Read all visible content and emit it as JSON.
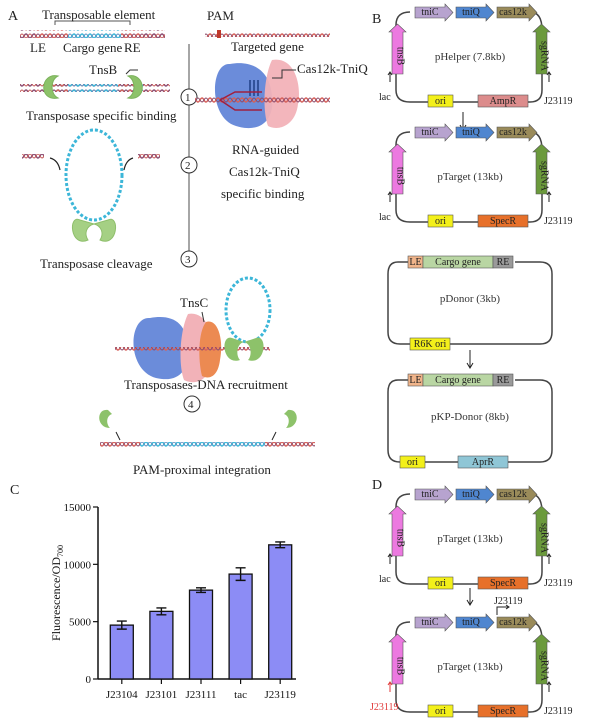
{
  "panel_labels": {
    "a": "A",
    "b": "B",
    "c": "C",
    "d": "D"
  },
  "panel_a": {
    "transposable_element": "Transposable element",
    "le": "LE",
    "cargo_gene": "Cargo gene",
    "re": "RE",
    "tnsb": "TnsB",
    "step1_caption": "Transposase specific binding",
    "step2_caption": "Transposase cleavage",
    "pam": "PAM",
    "targeted_gene": "Targeted gene",
    "cas12k_tniq": "Cas12k-TniQ",
    "rna_guided_1": "RNA-guided",
    "rna_guided_2": "Cas12k-TniQ",
    "rna_guided_3": "specific binding",
    "tnsc": "TnsC",
    "step3_caption": "Transposases-DNA recruitment",
    "step4_caption": "PAM-proximal integration",
    "steps": [
      "1",
      "2",
      "3",
      "4"
    ]
  },
  "panel_b": {
    "phelper": {
      "name": "pHelper (7.8kb)",
      "genes": {
        "tnic": "tniC",
        "tniq": "tniQ",
        "cas12k": "cas12k",
        "tnsb": "tnsB",
        "sgrna": "sgRNA",
        "ori": "ori",
        "resist": "AmpR"
      },
      "promoters": {
        "left": "lac",
        "right": "J23119"
      }
    },
    "ptarget": {
      "name": "pTarget (13kb)",
      "genes": {
        "tnic": "tniC",
        "tniq": "tniQ",
        "cas12k": "cas12k",
        "tnsb": "tnsB",
        "sgrna": "sgRNA",
        "ori": "ori",
        "resist": "SpecR"
      },
      "promoters": {
        "left": "lac",
        "right": "J23119"
      }
    },
    "pdonor": {
      "name": "pDonor (3kb)",
      "genes": {
        "le": "LE",
        "cargo": "Cargo gene",
        "re": "RE",
        "ori": "R6K ori"
      }
    },
    "pkpdonor": {
      "name": "pKP-Donor (8kb)",
      "genes": {
        "le": "LE",
        "cargo": "Cargo gene",
        "re": "RE",
        "ori": "ori",
        "resist": "AprR"
      }
    }
  },
  "panel_d": {
    "ptarget1": {
      "name": "pTarget (13kb)",
      "genes": {
        "tnic": "tniC",
        "tniq": "tniQ",
        "cas12k": "cas12k",
        "tnsb": "tnsB",
        "sgrna": "sgRNA",
        "ori": "ori",
        "resist": "SpecR"
      },
      "promoters": {
        "left": "lac",
        "right": "J23119"
      }
    },
    "ptarget2": {
      "name": "pTarget (13kb)",
      "genes": {
        "tnic": "tniC",
        "tniq": "tniQ",
        "cas12k": "cas12k",
        "tnsb": "tnsB",
        "sgrna": "sgRNA",
        "ori": "ori",
        "resist": "SpecR"
      },
      "promoters": {
        "left": "J23119",
        "right": "J23119",
        "top": "J23119"
      }
    }
  },
  "colors": {
    "tnic": "#b7a3cf",
    "tniq": "#4f86d0",
    "cas12k": "#9a8b5a",
    "tnsb": "#ec79e0",
    "sgrna": "#6b9a3c",
    "ori": "#f3f01a",
    "ampr": "#dc8c8c",
    "specr": "#e7702a",
    "aprr": "#8fc6d6",
    "le": "#f0b48a",
    "cargo": "#b9d6a3",
    "re": "#9a9a9a",
    "bar": "#8c8cf5",
    "red_promoter": "#e03a3a"
  },
  "chart_data": {
    "type": "bar",
    "title": "",
    "xlabel": "",
    "ylabel": "Fluorescence/OD",
    "ylabel_subscript": "700",
    "categories": [
      "J23104",
      "J23101",
      "J23111",
      "tac",
      "J23119"
    ],
    "values": [
      4700,
      5900,
      7750,
      9150,
      11700
    ],
    "errors": [
      350,
      300,
      200,
      550,
      250
    ],
    "ylim": [
      0,
      15000
    ],
    "yticks": [
      0,
      5000,
      10000,
      15000
    ],
    "ytick_labels": [
      "0",
      "5000",
      "10000",
      "15000"
    ],
    "grid": false,
    "legend": "none"
  }
}
